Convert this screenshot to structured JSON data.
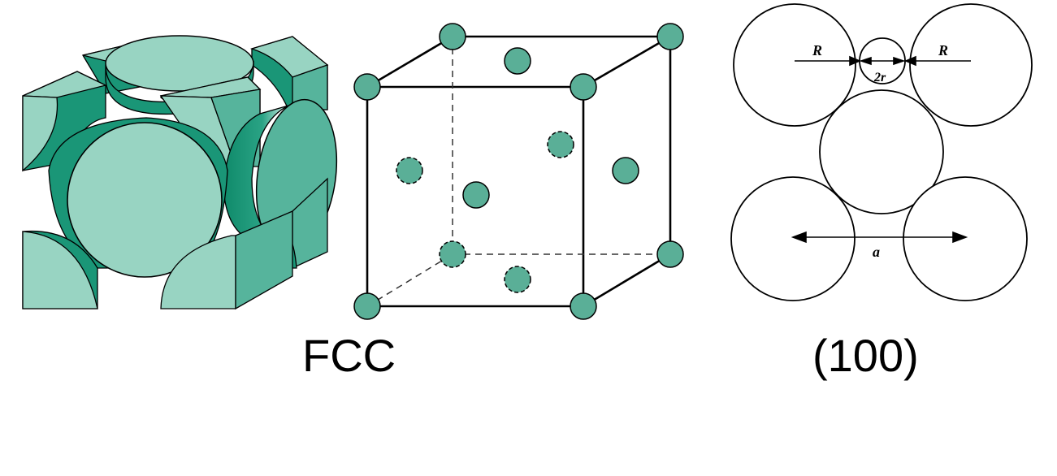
{
  "figure": {
    "left_caption": "FCC",
    "right_caption": "(100)",
    "labels": {
      "radius_left": "R",
      "radius_right": "R",
      "small_diameter": "2r",
      "lattice_param": "a"
    }
  },
  "colors": {
    "atom_fill": "#98d4c2",
    "atom_dark": "#1a9677",
    "atom_mid": "#56b49c",
    "atom_dot": "#5aaf97",
    "outline": "#000000"
  }
}
